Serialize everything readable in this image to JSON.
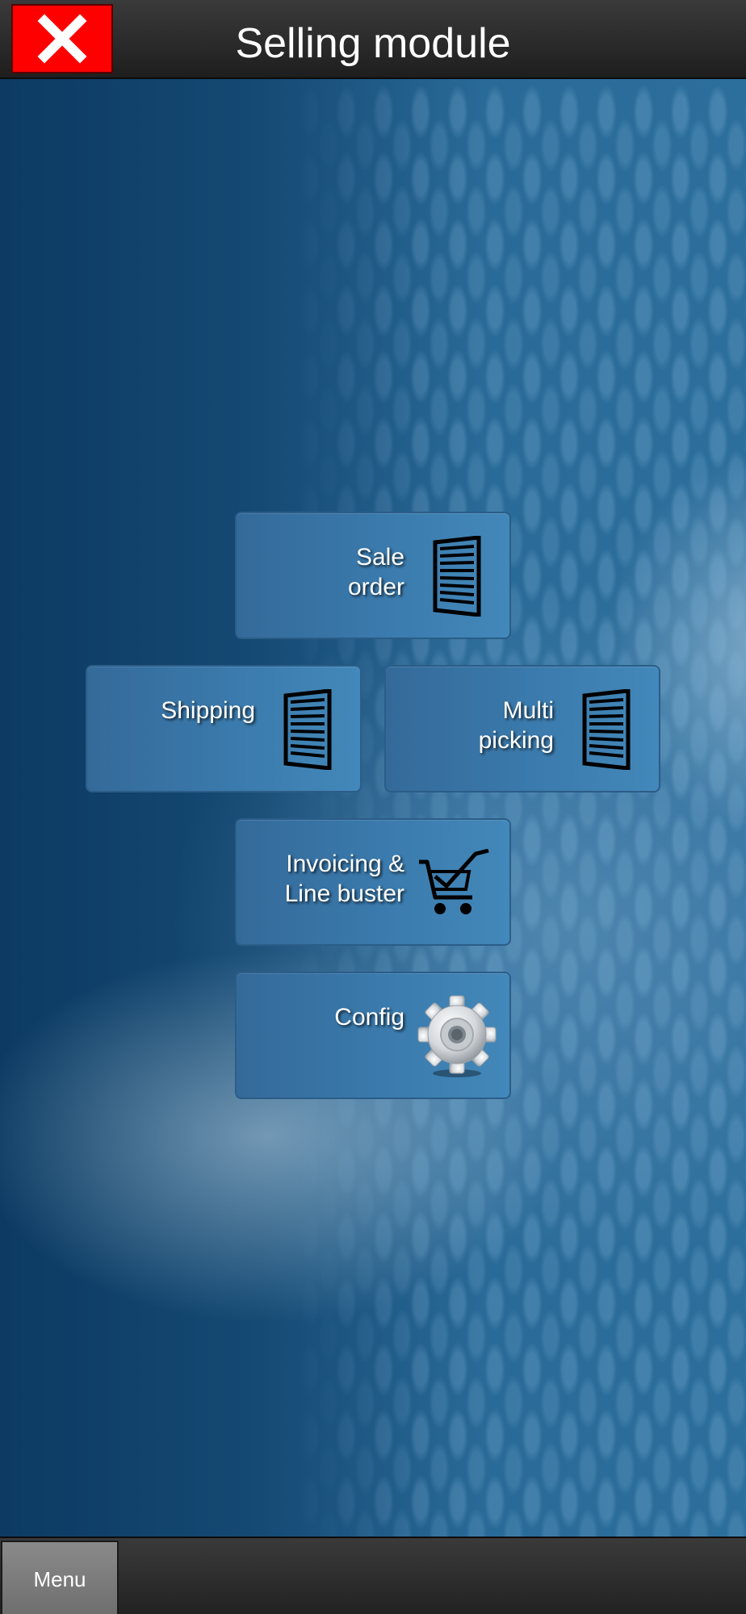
{
  "header": {
    "title": "Selling module",
    "close_icon": "close-x-icon",
    "close_color": "#ff0000"
  },
  "tiles": [
    {
      "label": "Sale\norder",
      "icon": "document-list-icon"
    },
    {
      "label": "Shipping",
      "icon": "document-list-icon"
    },
    {
      "label": "Multi\npicking",
      "icon": "document-list-icon"
    },
    {
      "label": "Invoicing &\nLine buster",
      "icon": "shopping-cart-check-icon"
    },
    {
      "label": "Config",
      "icon": "gear-icon"
    }
  ],
  "bottom_bar": {
    "menu_label": "Menu"
  },
  "colors": {
    "header_bg": "#2b2b2b",
    "tile_bg": "#3a79ab",
    "background": "#154a74"
  }
}
